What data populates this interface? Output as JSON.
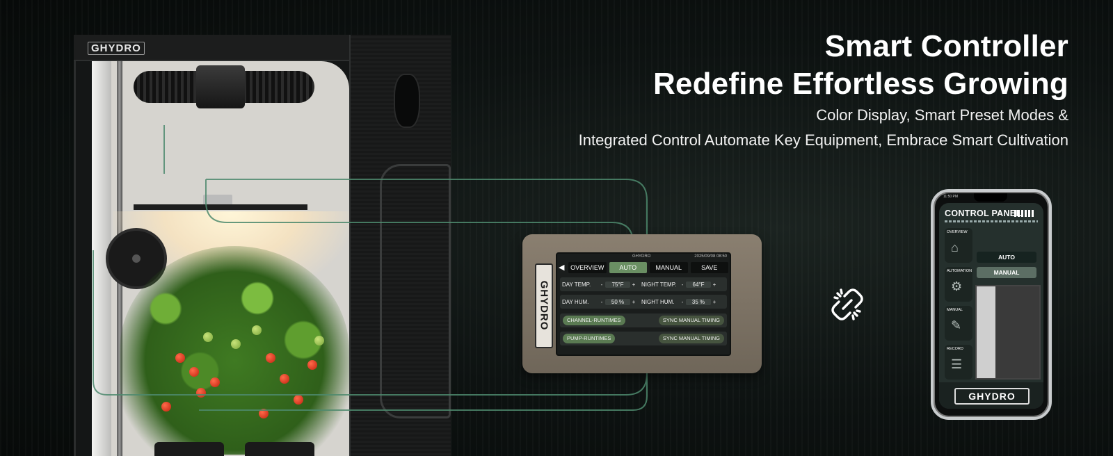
{
  "hero": {
    "title_line1": "Smart Controller",
    "title_line2": "Redefine Effortless Growing",
    "subtitle_line1": "Color Display, Smart Preset Modes &",
    "subtitle_line2": "Integrated Control Automate Key Equipment, Embrace Smart Cultivation"
  },
  "tent": {
    "brand": "GHYDRO"
  },
  "controller": {
    "brand": "GHYDRO",
    "screen": {
      "top_brand": "GHYDRO",
      "datetime": "2025/09/08 08:50",
      "tabs": [
        "OVERVIEW",
        "AUTO",
        "MANUAL",
        "SAVE"
      ],
      "active_tab": "AUTO",
      "day_temp_label": "DAY TEMP.",
      "day_temp_value": "75°F",
      "night_temp_label": "NIGHT TEMP.",
      "night_temp_value": "64°F",
      "day_hum_label": "DAY HUM.",
      "day_hum_value": "50 %",
      "night_hum_label": "NIGHT HUM.",
      "night_hum_value": "35 %",
      "minus": "-",
      "plus": "+",
      "channel_runtimes": "CHANNEL-RUNTIMES",
      "pump_runtimes": "PUMP-RUNTIMES",
      "sync_manual_timing": "SYNC MANUAL TIMING"
    }
  },
  "phone": {
    "status_time": "11:50 PM",
    "control_panel": "CONTROL PANEL",
    "sidebar": [
      "OVERVIEW",
      "AUTOMATION",
      "MANUAL",
      "RECORD"
    ],
    "mode_auto": "AUTO",
    "mode_manual": "MANUAL",
    "brand": "GHYDRO"
  },
  "icons": {
    "link": "link-icon",
    "home": "home-icon",
    "gear": "gear-icon",
    "wrench": "wrench-icon",
    "record": "document-icon",
    "back": "back-arrow-icon"
  },
  "colors": {
    "background": "#0b0f0e",
    "accent_green": "#6a8f63",
    "controller_body": "#7d7466",
    "line_green": "#4e8a6e"
  }
}
